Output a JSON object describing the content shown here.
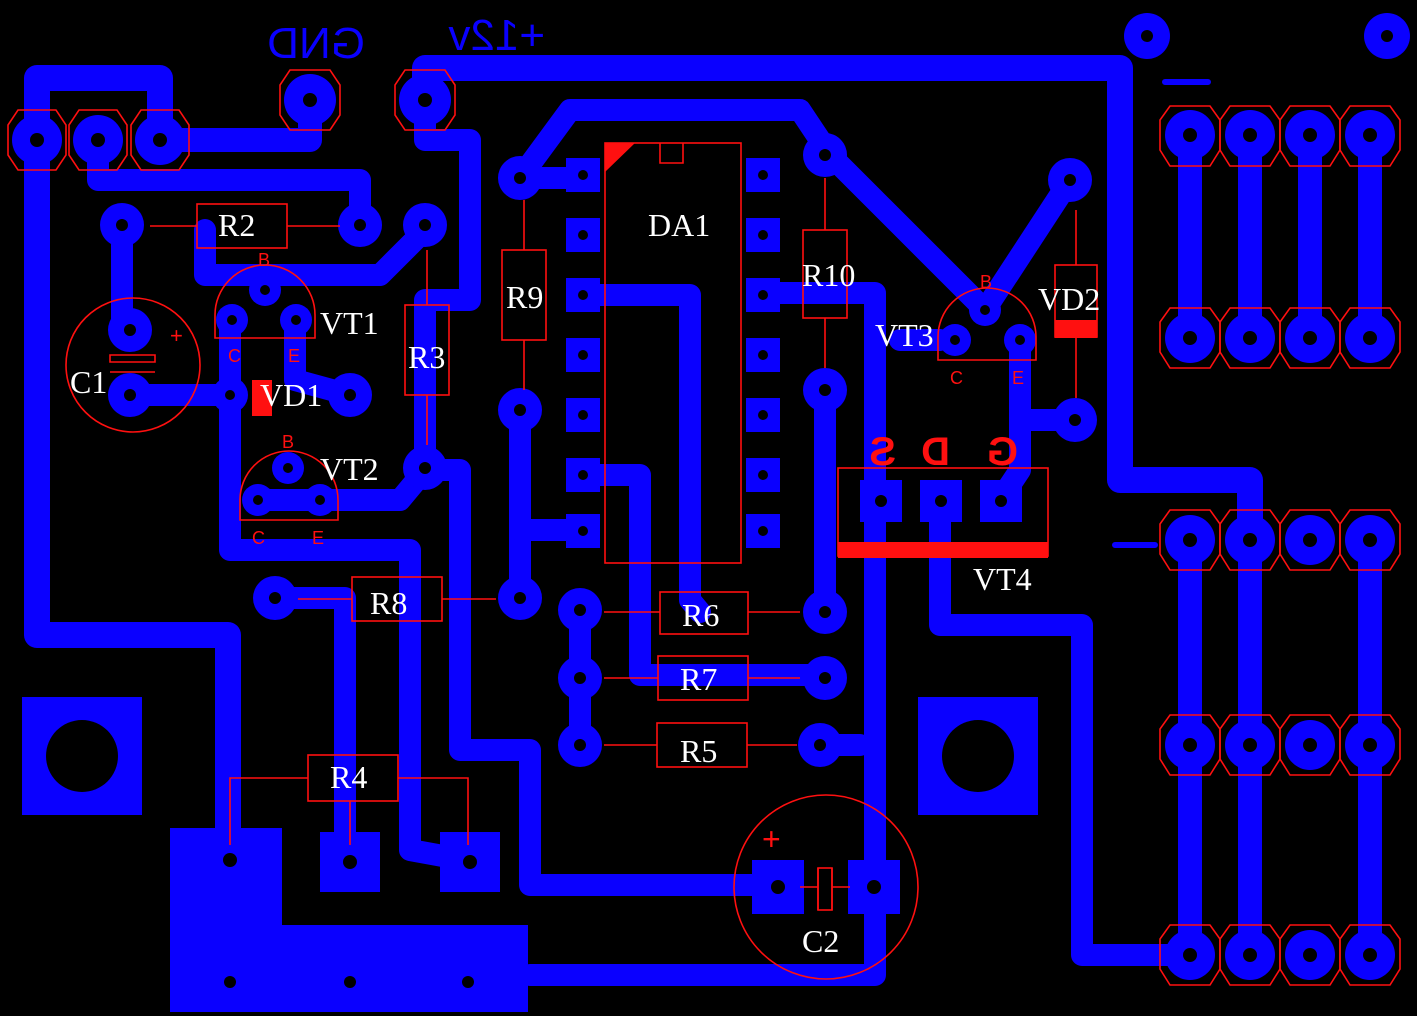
{
  "colors": {
    "background": "#000000",
    "copper": "#0a00ff",
    "silkscreen": "#ff1010",
    "label": "#ffffff"
  },
  "net_labels": {
    "gnd": "GND",
    "v12": "+12v"
  },
  "components": {
    "r2": "R2",
    "r3": "R3",
    "r4": "R4",
    "r5": "R5",
    "r6": "R6",
    "r7": "R7",
    "r8": "R8",
    "r9": "R9",
    "r10": "R10",
    "c1": "C1",
    "c2": "C2",
    "vd1": "VD1",
    "vd2": "VD2",
    "vt1": "VT1",
    "vt2": "VT2",
    "vt3": "VT3",
    "vt4": "VT4",
    "da1": "DA1"
  },
  "pin_labels": {
    "b": "B",
    "c": "C",
    "e": "E",
    "plus": "+",
    "s": "S",
    "d": "D",
    "g": "G"
  }
}
